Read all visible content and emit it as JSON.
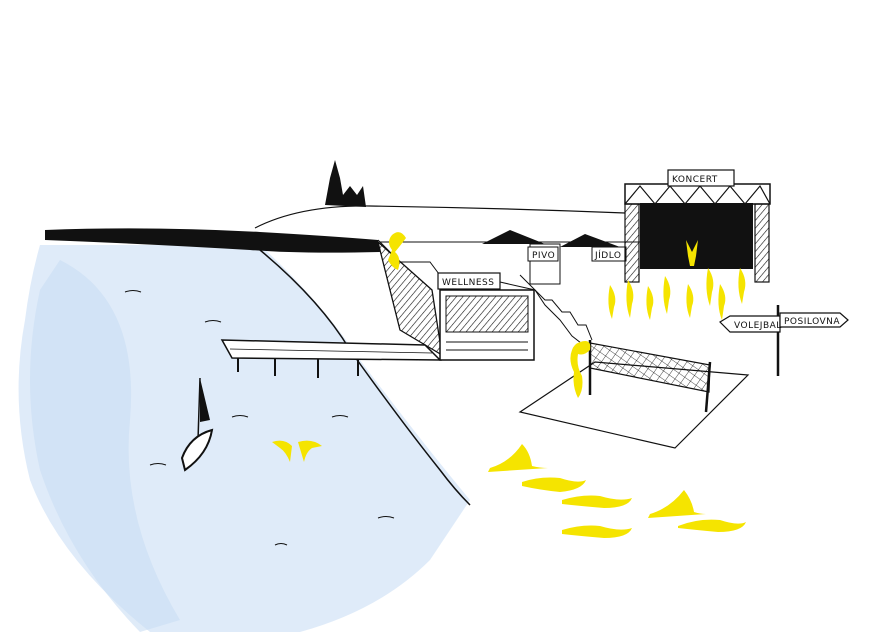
{
  "signs": {
    "koncert": "KONCERT",
    "wellness": "WELLNESS",
    "pivo": "PIVO",
    "jidlo": "JÍDLO",
    "volejbal": "VOLEJBAL",
    "posilovna": "POSILOVNA"
  },
  "colors": {
    "ink": "#111111",
    "people": "#f5e400",
    "water": "#dbe9f8",
    "background": "#ffffff"
  }
}
